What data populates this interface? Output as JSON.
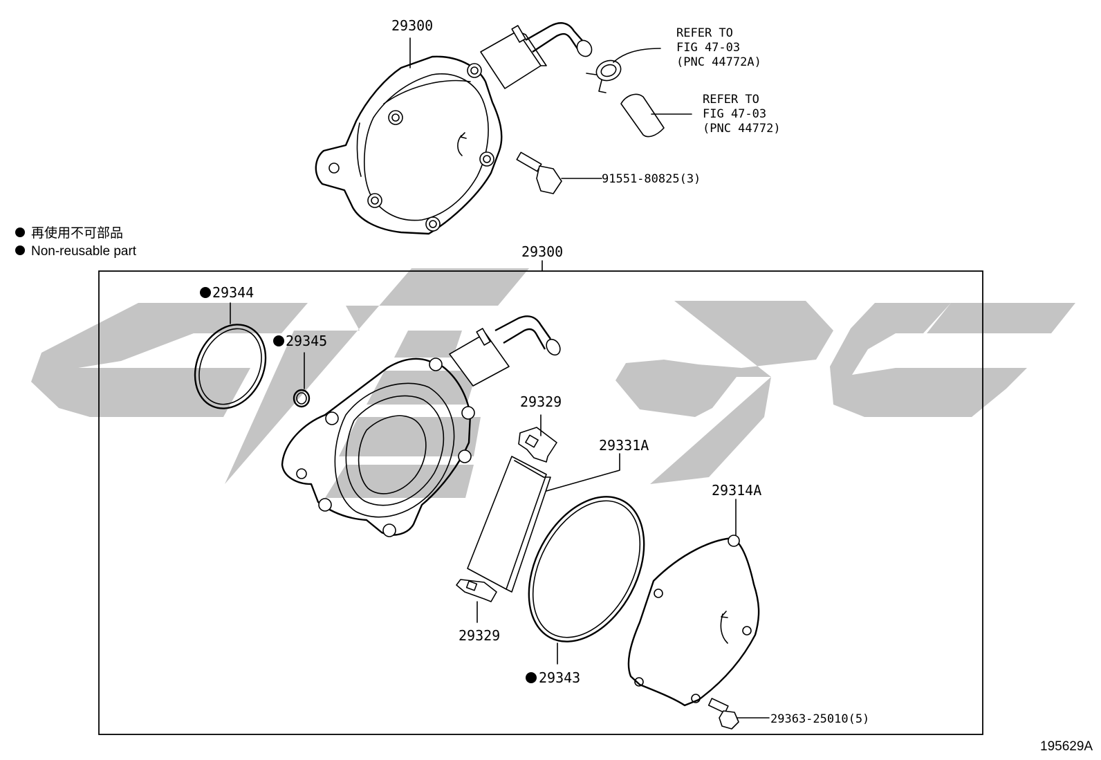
{
  "diagram": {
    "figure_id": "195629A",
    "legend": {
      "japanese": "再使用不可部品",
      "english": "Non-reusable part"
    },
    "top_assembly": {
      "part_number": "29300",
      "refs": [
        {
          "line1": "REFER TO",
          "line2": "FIG 47-03",
          "line3": "(PNC 44772A)"
        },
        {
          "line1": "REFER TO",
          "line2": "FIG 47-03",
          "line3": "(PNC 44772)"
        }
      ],
      "bolt": "91551-80825(3)"
    },
    "box_assembly": {
      "part_number": "29300",
      "parts": {
        "oring_large": "29344",
        "oring_small": "29345",
        "cap_upper": "29329",
        "vane": "29331A",
        "cap_lower": "29329",
        "oring_cover": "29343",
        "cover": "29314A",
        "screw": "29363-25010(5)"
      }
    },
    "colors": {
      "line": "#000000",
      "watermark": "#c4c4c4",
      "background": "#ffffff"
    }
  }
}
